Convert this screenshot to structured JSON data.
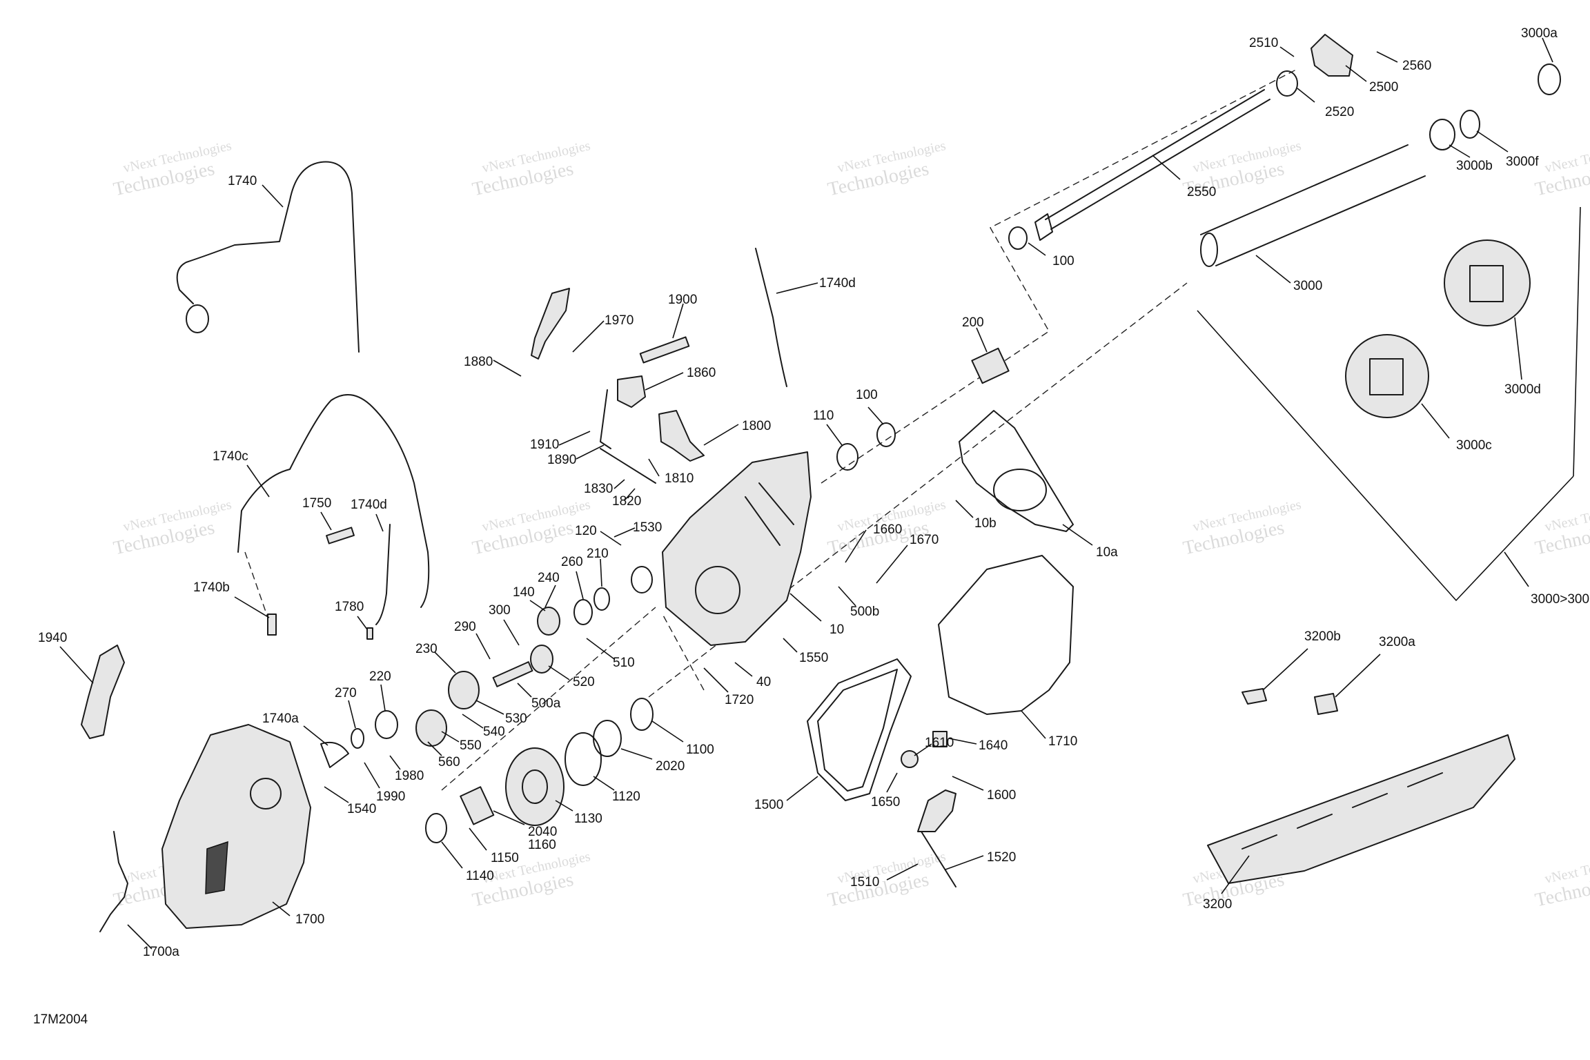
{
  "drawing_code": "17M2004",
  "watermark": {
    "line1": "vNext Technologies",
    "line2": "Technologies"
  },
  "labels": {
    "l100a": "100",
    "l100b": "100",
    "l110": "110",
    "l1100": "1100",
    "l1120": "1120",
    "l1130": "1130",
    "l1140": "1140",
    "l1150": "1150",
    "l1160": "1160",
    "l120": "120",
    "l140": "140",
    "l1500": "1500",
    "l1510": "1510",
    "l1520": "1520",
    "l1530": "1530",
    "l1540": "1540",
    "l1550": "1550",
    "l1600": "1600",
    "l1610": "1610",
    "l1640": "1640",
    "l1650": "1650",
    "l1660": "1660",
    "l1670": "1670",
    "l1700": "1700",
    "l1700a": "1700a",
    "l1710": "1710",
    "l1720": "1720",
    "l1740": "1740",
    "l1740a": "1740a",
    "l1740b": "1740b",
    "l1740c": "1740c",
    "l1740d1": "1740d",
    "l1740d2": "1740d",
    "l1750": "1750",
    "l1780": "1780",
    "l1800": "1800",
    "l1810": "1810",
    "l1820": "1820",
    "l1830": "1830",
    "l1860": "1860",
    "l1880": "1880",
    "l1890": "1890",
    "l1900": "1900",
    "l1910": "1910",
    "l1940": "1940",
    "l1970": "1970",
    "l1980": "1980",
    "l1990": "1990",
    "l200": "200",
    "l2020": "2020",
    "l2040": "2040",
    "l210": "210",
    "l220": "220",
    "l230": "230",
    "l240": "240",
    "l2500": "2500",
    "l2510": "2510",
    "l2520": "2520",
    "l2550": "2550",
    "l2560": "2560",
    "l260": "260",
    "l270": "270",
    "l290": "290",
    "l300": "300",
    "l3000": "3000",
    "l3000a": "3000a",
    "l3000b": "3000b",
    "l3000c": "3000c",
    "l3000d": "3000d",
    "l3000f": "3000f",
    "l3000g": "3000>300",
    "l3200": "3200",
    "l3200a": "3200a",
    "l3200b": "3200b",
    "l40": "40",
    "l500a": "500a",
    "l500b": "500b",
    "l510": "510",
    "l520": "520",
    "l530": "530",
    "l540": "540",
    "l550": "550",
    "l560": "560",
    "l10": "10",
    "l10a": "10a",
    "l10b": "10b"
  }
}
